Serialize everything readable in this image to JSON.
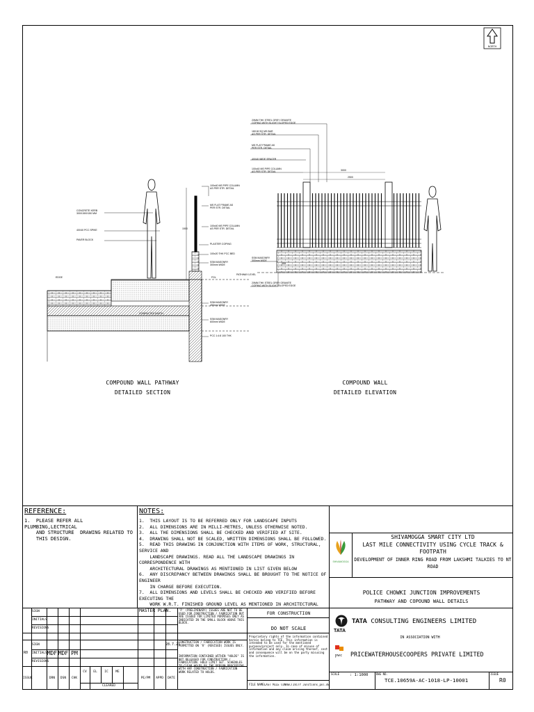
{
  "north_label": "NORTH",
  "drawings": {
    "section_caption": [
      "COMPOUND WALL PATHWAY",
      "DETAILED SECTION"
    ],
    "elevation_caption": [
      "COMPOUND WALL",
      "DETAILED ELEVATION"
    ]
  },
  "reference": {
    "heading": "REFERENCE:",
    "items": [
      "1.  PLEASE REFER ALL PLUMBING,LECTRICAL\n    AND STRUCTURE  DRAWING RELATED TO\n    THIS DESIGN."
    ]
  },
  "notes": {
    "heading": "NOTES:",
    "items": [
      "1.  THIS LAYOUT IS TO BE REFERRED ONLY FOR LANDSCAPE INPUTS",
      "2.  ALL DIMENSIONS ARE IN MILLI-METRES, UNLESS OTHERWISE NOTED.",
      "3.  ALL THE DIMENSIONS SHALL BE CHECKED AND VERIFIED AT SITE.",
      "4.  DRAWING SHALL NOT BE SCALED, WRITTEN DIMENSIONS SHALL BE FOLLOWED.",
      "5.  READ THIS DRAWING IN CONJUNCTION WITH ITEMS OF WORK, STRUCTURAL, SERVICE AND\n    LANDSCAPE DRAWINGS. READ ALL THE LANDSCAPE DRAWINGS IN CORRESPONDENCE WITH\n    ARCHITECTURAL DRAWINGS AS MENTIONED IN LIST GIVEN BELOW",
      "6.  ANY DISCREPANCY BETWEEN DRAWINGS SHALL BE BROUGHT TO THE NOTICE OF ENGINEER\n    IN CHARGE BEFORE EXECUTION.",
      "7.  ALL DIMENSIONS AND LEVELS SHALL BE CHECKED AND VERIFIED BEFORE EXECUTING THE\n    WORK W.R.T. FINISHED GROUND LEVEL AS MENTIONED IN ARCHITECTURAL MASTER PLAN."
    ]
  },
  "client": {
    "logo_text": "SHIVAMOGGA",
    "name": "SHIVAMOGGA SMART CITY LTD",
    "project": "LAST MILE CONNECTIVITY USING CYCLE TRACK & FOOTPATH",
    "scope": "DEVELOPMENT OF INNER RING ROAD FROM LAKSHMI TALKIES TO NT ROAD"
  },
  "title": {
    "line1": "POLICE CHOWKI JUNCTION IMPROVEMENTS",
    "line2": "PATHWAY AND COPOUND WALL DETAILS"
  },
  "revisions": {
    "rows_a": [
      "SIGN",
      "INITIALS",
      "REVISIONS"
    ],
    "rows_b": [
      "SIGN",
      "INITIALS",
      "REVISIONS"
    ],
    "ro_label": "R0",
    "initials": [
      "MDF",
      "MDF",
      "PM"
    ],
    "date": "28.7.21",
    "footer": [
      "ISSUE",
      "DRN",
      "DSN",
      "CHK",
      "CV",
      "EL",
      "IC",
      "ME",
      "PE/PM",
      "APPD",
      "DATE"
    ],
    "cleared": "CLEARED",
    "note_a": "'P' (PRELIMINARY) ISSUES ARE NOT TO BE USED FOR CONSTRUCTION / FABRICATION BUT ARE ISSUED FOR LIMITED PURPOSES ONLY AS INDICATED IN THE SMALL BLOCK ABOVE THIS BLOCK.",
    "note_b": "CONSTRUCTION / FABRICATION WORK IS PERMITTED ON 'R' (REVISED) ISSUES ONLY.",
    "note_c": "INFORMATION CONTAINED WITHIN \"HOLDS\" IS NOT RELEASED FOR CONSTRUCTION / FABRICATION. HOLD LIMIT SET. SCHEDULES TO CLEAR HOLDS BY THE PERSON PROCEEDING WITH ANY CONSTRUCTION / FABRICATION WORK RELATED TO HOLDS."
  },
  "status": {
    "for_construction": "FOR CONSTRUCTION",
    "do_not_scale": "DO NOT SCALE",
    "proprietary": "Proprietary rights of the information contained herein belong to TCE. This information is intended to be used for the mentioned purpose/project only. In case of misuse of information and any claim arising thereof, cost and consequence will be on the party misusing the information.",
    "file_label": "FILE NAME:",
    "file_name": "LAST MILE CONNECTIVITY Junctions_pol.dwg"
  },
  "consultants": {
    "tata_word": "TATA",
    "tata_under": "TATA",
    "tce": "CONSULTING ENGINEERS LIMITED",
    "association": "IN ASSOCIATION WITH",
    "pwc_mark": "pwc",
    "pwc": "PRICEWATERHOUSECOOPERS PRIVATE LIMITED"
  },
  "drawing_info": {
    "scale_label": "SCALE",
    "scale": ": 1:1000",
    "dwg_label": "DWG NO.",
    "dwg_no": "TCE.10659A-AC-1018-LP-10001",
    "issue_label": "ISSUE",
    "issue": "R0"
  }
}
